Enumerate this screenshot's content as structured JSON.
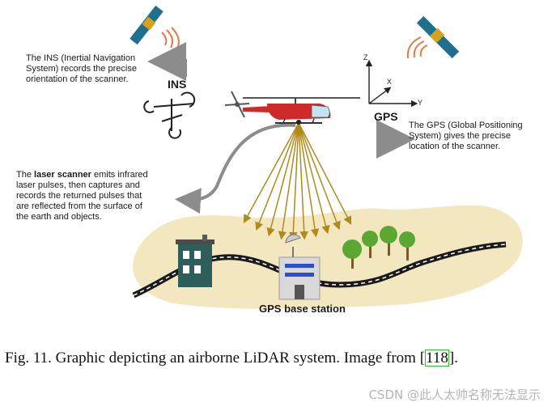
{
  "diagram": {
    "ins_label": "INS",
    "ins_text": [
      "The INS (Inertial Navigation",
      "System) records the precise",
      "orientation of the scanner."
    ],
    "gps_label": "GPS",
    "gps_text": [
      "The GPS (Global Positioning",
      "System) gives the precise",
      "location of the scanner."
    ],
    "axes": {
      "z": "Z",
      "x": "X",
      "y": "Y"
    },
    "scanner_text_bold": "laser scanner",
    "scanner_text_line1_prefix": "The ",
    "scanner_text_line1_suffix": " emits infrared",
    "scanner_text_rest": [
      "laser pulses, then captures and",
      "records the returned pulses that",
      "are reflected from the surface of",
      "the earth and objects."
    ],
    "base_station_label": "GPS base station",
    "colors": {
      "arrow_gray": "#8c8c8c",
      "beam": "#b08a1c",
      "ground": "#f3e7bf",
      "road": "#1a1a1a",
      "heli_red": "#cf2a2a",
      "satellite_blue": "#1f6f8f"
    }
  },
  "caption": {
    "prefix": "Fig. 11.  Graphic depicting an airborne LiDAR system. Image from [",
    "ref": "118",
    "suffix": "]."
  },
  "watermark": "CSDN @此人太帅名称无法显示"
}
